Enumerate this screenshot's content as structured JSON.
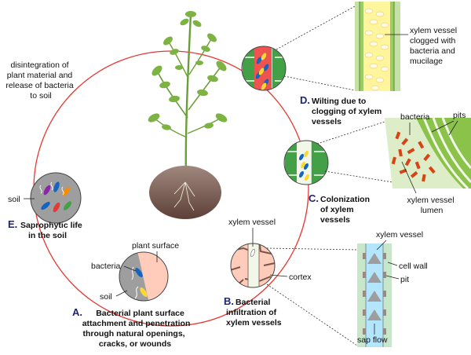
{
  "top_left_text": [
    "disintegration of",
    "plant material and",
    "release of bacteria",
    "to soil"
  ],
  "stage_d": {
    "letter": "D.",
    "lines": [
      "Wilting due to",
      "clogging of xylem",
      "vessels"
    ]
  },
  "stage_c": {
    "letter": "C.",
    "lines": [
      "Colonization",
      "of xylem",
      "vessels"
    ]
  },
  "stage_b": {
    "letter": "B.",
    "lines": [
      "Bacterial",
      "infiltration of",
      "xylem vessels"
    ]
  },
  "stage_a": {
    "letter": "A.",
    "lines": [
      "Bacterial plant surface",
      "attachment and penetration",
      "through natural openings,",
      "cracks, or wounds"
    ]
  },
  "stage_e": {
    "letter": "E.",
    "lines": [
      "Saprophytic life",
      "in the soil"
    ]
  },
  "labels": {
    "soil_e": "soil",
    "plant_surface": "plant surface",
    "bacteria_a": "bacteria",
    "soil_a": "soil",
    "xylem_vessel_b": "xylem vessel",
    "cortex": "cortex",
    "xylem_vessel_c": [
      "xylem vessel",
      "lumen"
    ],
    "bacteria_c": "bacteria",
    "pits_c": "pits",
    "xylem_d": [
      "xylem vessel",
      "clogged with",
      "bacteria and",
      "mucilage"
    ],
    "xylem_vessel_b2": "xylem vessel",
    "cell_wall": "cell wall",
    "pit": "pit",
    "sap_flow": "sap flow"
  },
  "colors": {
    "cycle": "#e53935",
    "stage_letter": "#1a237e",
    "green_cell": "#43a047",
    "xylem_light": "#f1f8e9",
    "bacteria_blue": "#1565c0",
    "bacteria_yellow": "#fdd835",
    "soil": "#8d6e63"
  }
}
